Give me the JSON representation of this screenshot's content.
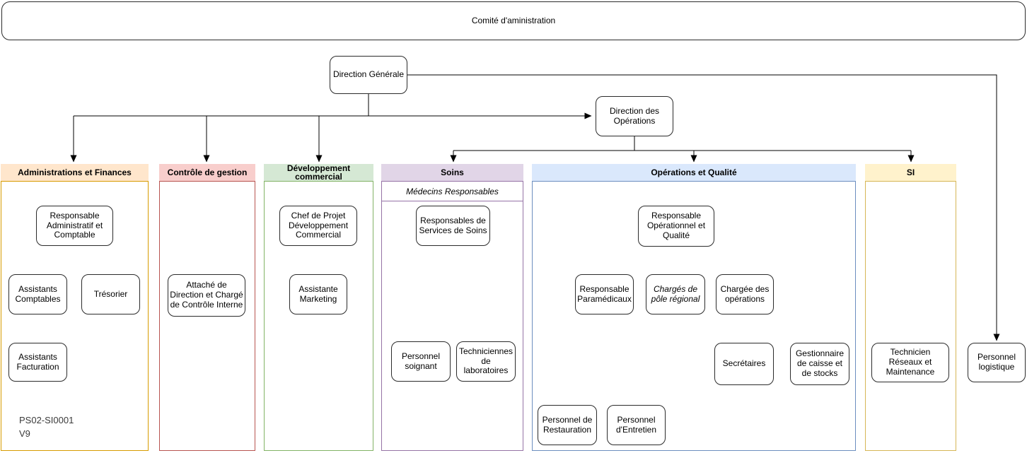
{
  "diagram": {
    "banner": "Comité d'aministration",
    "direction_generale": "Direction Générale",
    "direction_operations": "Direction des Opérations",
    "personnel_logistique": "Personnel logistique",
    "footnote": {
      "reference": "PS02-SI0001",
      "version": "V9"
    },
    "line_color": "#000000",
    "columns": [
      {
        "title": "Administrations et Finances",
        "fill": "#FFE6CC",
        "border": "#D79B00",
        "nodes": [
          "Responsable Administratif et Comptable",
          "Assistants Comptables",
          "Trésorier",
          "Assistants Facturation"
        ]
      },
      {
        "title": "Contrôle de gestion",
        "fill": "#F8CECC",
        "border": "#B85450",
        "nodes": [
          "Attaché de Direction et Chargé de Contrôle Interne"
        ]
      },
      {
        "title": "Développement commercial",
        "fill": "#D5E8D4",
        "border": "#82B366",
        "nodes": [
          "Chef de Projet Développement Commercial",
          "Assistante Marketing"
        ]
      },
      {
        "title": "Soins",
        "subtitle": "Médecins Responsables",
        "fill": "#E1D5E7",
        "border": "#9673A6",
        "nodes": [
          "Responsables de Services de Soins",
          "Personnel soignant",
          "Techniciennes de laboratoires"
        ]
      },
      {
        "title": "Opérations et Qualité",
        "fill": "#DAE8FC",
        "border": "#6C8EBF",
        "nodes": [
          "Responsable Opérationnel et Qualité",
          "Responsable Paramédicaux",
          "Chargés de pôle régional",
          "Chargée des opérations",
          "Secrétaires",
          "Gestionnaire de caisse et de stocks",
          "Personnel de Restauration",
          "Personnel d'Entretien"
        ]
      },
      {
        "title": "SI",
        "fill": "#FFF2CC",
        "border": "#D6B656",
        "nodes": [
          "Technicien Réseaux et Maintenance"
        ]
      }
    ]
  }
}
